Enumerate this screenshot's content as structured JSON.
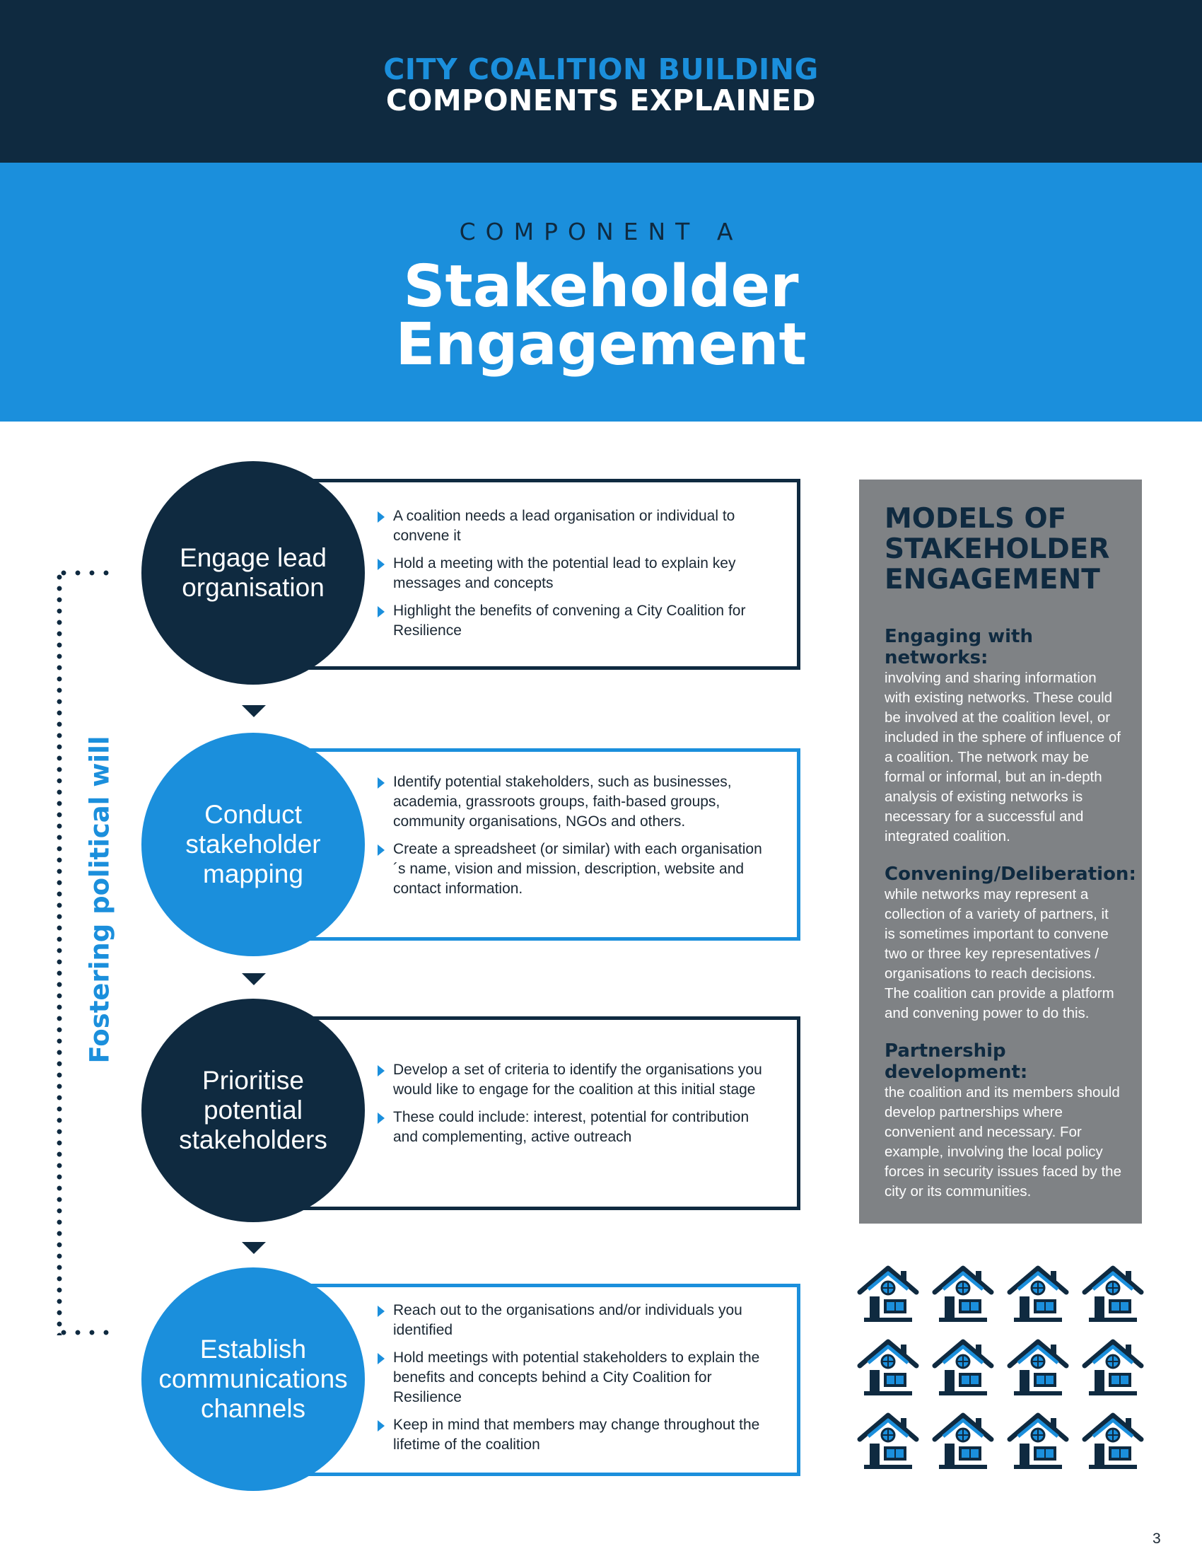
{
  "header": {
    "line1": "CITY COALITION BUILDING",
    "line2": "COMPONENTS EXPLAINED"
  },
  "component": {
    "kicker": "COMPONENT A",
    "title_line1": "Stakeholder",
    "title_line2": "Engagement"
  },
  "side_label": "Fostering political will",
  "steps": [
    {
      "title": "Engage lead organisation",
      "bullets": [
        "A coalition needs a lead organisation or individual to convene it",
        "Hold a meeting with the potential lead to explain key messages and concepts",
        "Highlight the benefits of convening a City Coalition for Resilience"
      ]
    },
    {
      "title": "Conduct stakeholder mapping",
      "bullets": [
        "Identify potential stakeholders, such as businesses, academia, grassroots groups, faith-based groups, community organisations, NGOs and others.",
        "Create a spreadsheet (or similar) with each organisation´s name, vision and mission, description, website and contact information."
      ]
    },
    {
      "title": "Prioritise potential stakeholders",
      "bullets": [
        "Develop a set of criteria to identify the organisations you would like to engage for the coalition at this initial stage",
        "These could include: interest, potential for contribution and complementing, active outreach"
      ]
    },
    {
      "title": "Establish communications channels",
      "bullets": [
        "Reach out to the organisations and/or individuals you identified",
        "Hold meetings with potential stakeholders to explain the benefits and concepts behind a City Coalition for Resilience",
        "Keep in mind that members may change throughout the lifetime of the coalition"
      ]
    }
  ],
  "sidebar": {
    "title": "MODELS OF STAKEHOLDER ENGAGEMENT",
    "sections": [
      {
        "heading": "Engaging with networks:",
        "body": "involving and sharing information with existing networks. These could be involved at the coalition level, or included in the sphere of influence of a coalition. The network may be formal or informal, but an in-depth analysis of existing networks is necessary for a successful and integrated coalition."
      },
      {
        "heading": "Convening/Deliberation:",
        "body": "while networks may represent a collection of a variety of partners, it is sometimes important to convene two or three key representatives / organisations to reach decisions. The coalition can provide a platform and convening power to do this."
      },
      {
        "heading": "Partnership development:",
        "body": "the coalition and its members should develop partnerships where convenient and necessary. For example, involving the local policy forces in security issues faced by the city or its communities."
      }
    ]
  },
  "page_number": "3",
  "colors": {
    "navy": "#0f2a40",
    "blue": "#1b8fdc",
    "grey": "#7f8285"
  },
  "icons": {
    "house": "house-icon"
  }
}
